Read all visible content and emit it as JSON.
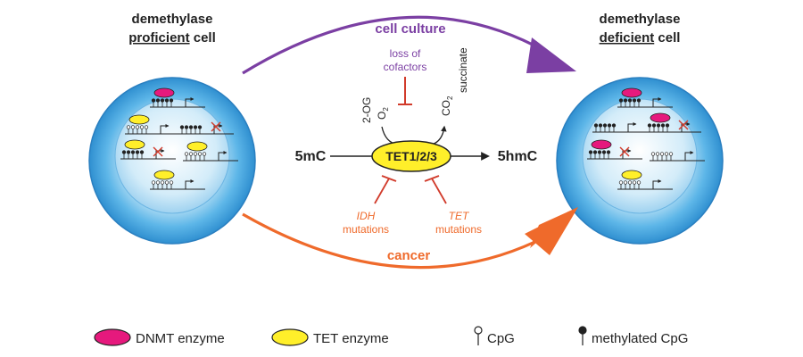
{
  "left_cell": {
    "title_line1": "demethylase",
    "title_underlined": "proficient",
    "title_suffix": " cell"
  },
  "right_cell": {
    "title_line1": "demethylase",
    "title_underlined": "deficient",
    "title_suffix": " cell"
  },
  "center": {
    "substrate": "5mC",
    "enzyme": "TET1/2/3",
    "product": "5hmC",
    "cofactor_in_1": "2-OG",
    "cofactor_in_2": "O",
    "cofactor_in_2_sub": "2",
    "cofactor_out_1": "CO",
    "cofactor_out_1_sub": "2",
    "cofactor_out_2": "succinate"
  },
  "top_path": {
    "label": "cell culture",
    "inhibitor_line1": "loss of",
    "inhibitor_line2": "cofactors",
    "color": "#7b3fa3"
  },
  "bottom_path": {
    "label": "cancer",
    "left_line1": "IDH",
    "left_line2": "mutations",
    "right_line1": "TET",
    "right_line2": "mutations",
    "color": "#ef6a2b"
  },
  "legend": {
    "dnmt": "DNMT enzyme",
    "tet": "TET enzyme",
    "cpg": "CpG",
    "mcpg": "methylated CpG"
  },
  "colors": {
    "dnmt": "#e6197d",
    "tet": "#ffef2a",
    "cell_outer": "#3fa3e0",
    "cell_inner": "#c7e8f7",
    "inhibit": "#d13b2b"
  }
}
